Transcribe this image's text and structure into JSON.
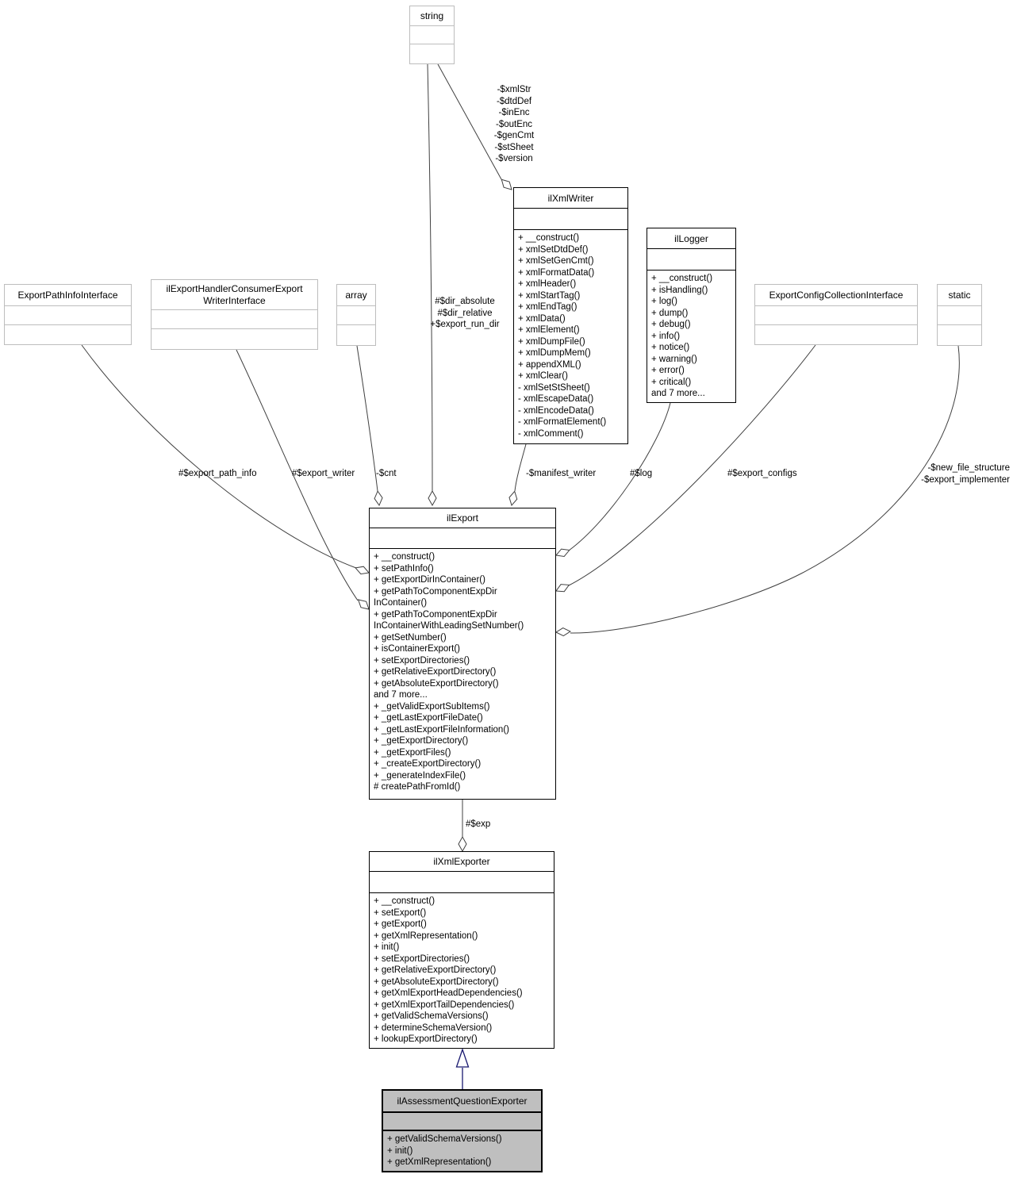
{
  "classes": {
    "string": {
      "title": "string"
    },
    "ilXmlWriter": {
      "title": "ilXmlWriter",
      "methods": [
        "+ __construct()",
        "+ xmlSetDtdDef()",
        "+ xmlSetGenCmt()",
        "+ xmlFormatData()",
        "+ xmlHeader()",
        "+ xmlStartTag()",
        "+ xmlEndTag()",
        "+ xmlData()",
        "+ xmlElement()",
        "+ xmlDumpFile()",
        "+ xmlDumpMem()",
        "+ appendXML()",
        "+ xmlClear()",
        "- xmlSetStSheet()",
        "- xmlEscapeData()",
        "- xmlEncodeData()",
        "- xmlFormatElement()",
        "- xmlComment()"
      ]
    },
    "ilLogger": {
      "title": "ilLogger",
      "methods": [
        "+ __construct()",
        "+ isHandling()",
        "+ log()",
        "+ dump()",
        "+ debug()",
        "+ info()",
        "+ notice()",
        "+ warning()",
        "+ error()",
        "+ critical()",
        "and 7 more..."
      ]
    },
    "ExportPathInfoInterface": {
      "title": "ExportPathInfoInterface"
    },
    "ilExportHandlerConsumerExportWriterInterface": {
      "title_lines": [
        "ilExportHandlerConsumerExport",
        "WriterInterface"
      ]
    },
    "array": {
      "title": "array"
    },
    "ExportConfigCollectionInterface": {
      "title": "ExportConfigCollectionInterface"
    },
    "static": {
      "title": "static"
    },
    "ilExport": {
      "title": "ilExport",
      "methods": [
        "+ __construct()",
        "+ setPathInfo()",
        "+ getExportDirInContainer()",
        "+ getPathToComponentExpDir",
        "InContainer()",
        "+ getPathToComponentExpDir",
        "InContainerWithLeadingSetNumber()",
        "+ getSetNumber()",
        "+ isContainerExport()",
        "+ setExportDirectories()",
        "+ getRelativeExportDirectory()",
        "+ getAbsoluteExportDirectory()",
        "and 7 more...",
        "+ _getValidExportSubItems()",
        "+ _getLastExportFileDate()",
        "+ _getLastExportFileInformation()",
        "+ _getExportDirectory()",
        "+ _getExportFiles()",
        "+ _createExportDirectory()",
        "+ _generateIndexFile()",
        "# createPathFromId()"
      ]
    },
    "ilXmlExporter": {
      "title": "ilXmlExporter",
      "methods": [
        "+ __construct()",
        "+ setExport()",
        "+ getExport()",
        "+ getXmlRepresentation()",
        "+ init()",
        "+ setExportDirectories()",
        "+ getRelativeExportDirectory()",
        "+ getAbsoluteExportDirectory()",
        "+ getXmlExportHeadDependencies()",
        "+ getXmlExportTailDependencies()",
        "+ getValidSchemaVersions()",
        "+ determineSchemaVersion()",
        "+ lookupExportDirectory()"
      ]
    },
    "ilAssessmentQuestionExporter": {
      "title": "ilAssessmentQuestionExporter",
      "methods": [
        "+ getValidSchemaVersions()",
        "+ init()",
        "+ getXmlRepresentation()"
      ]
    }
  },
  "edge_labels": {
    "xml_writer_members": [
      "-$xmlStr",
      "-$dtdDef",
      "-$inEnc",
      "-$outEnc",
      "-$genCmt",
      "-$stSheet",
      "-$version"
    ],
    "export_dirs": [
      "#$dir_absolute",
      "#$dir_relative",
      "+$export_run_dir"
    ],
    "export_path_info": "#$export_path_info",
    "export_writer": "#$export_writer",
    "cnt": "-$cnt",
    "manifest_writer": "-$manifest_writer",
    "log": "#$log",
    "export_configs": "#$export_configs",
    "static_members": [
      "-$new_file_structure",
      "-$export_implementer"
    ],
    "exp": "#$exp"
  },
  "colors": {
    "node_border": "#bdbdbd",
    "node_border_dark": "#000000",
    "highlight_fill": "#bfbfbf",
    "edge": "#404040",
    "inheritance": "#191970"
  }
}
